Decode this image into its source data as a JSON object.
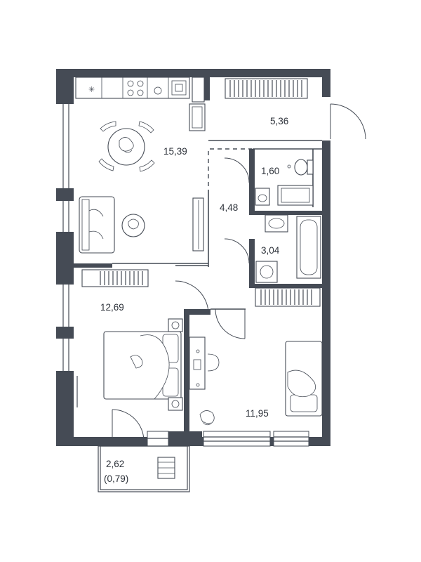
{
  "rooms": [
    {
      "id": "kitchen-living",
      "area": "15,39"
    },
    {
      "id": "hall",
      "area": "5,36"
    },
    {
      "id": "toilet",
      "area": "1,60"
    },
    {
      "id": "corridor",
      "area": "4,48"
    },
    {
      "id": "bathroom",
      "area": "3,04"
    },
    {
      "id": "bedroom-left",
      "area": "12,69"
    },
    {
      "id": "bedroom-right",
      "area": "11,95"
    },
    {
      "id": "balcony",
      "area": "2,62",
      "reduced_area": "(0,79)"
    }
  ],
  "colors": {
    "wall": "#454b55",
    "text": "#2d323a",
    "background": "#ffffff"
  }
}
